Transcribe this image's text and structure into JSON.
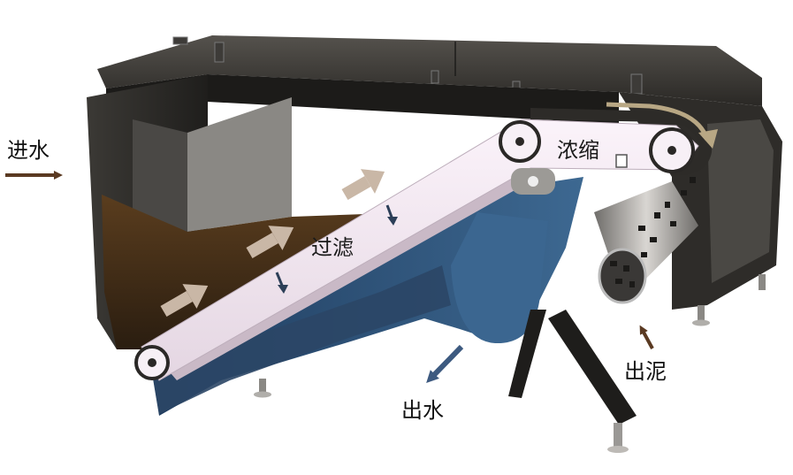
{
  "labels": {
    "inlet": "进水",
    "filtration": "过滤",
    "thickening": "浓缩",
    "outlet": "出水",
    "sludge": "出泥"
  },
  "colors": {
    "housing": "#2c2a27",
    "lid": "#3a3834",
    "belt": "#f1e7f0",
    "raw_water": "#4a3218",
    "clean_water": "#2e4f72",
    "flow_arrow": "#c9b7a6",
    "label_arrow": "#5a3a22",
    "outlet_arrow": "#3d5a80"
  }
}
